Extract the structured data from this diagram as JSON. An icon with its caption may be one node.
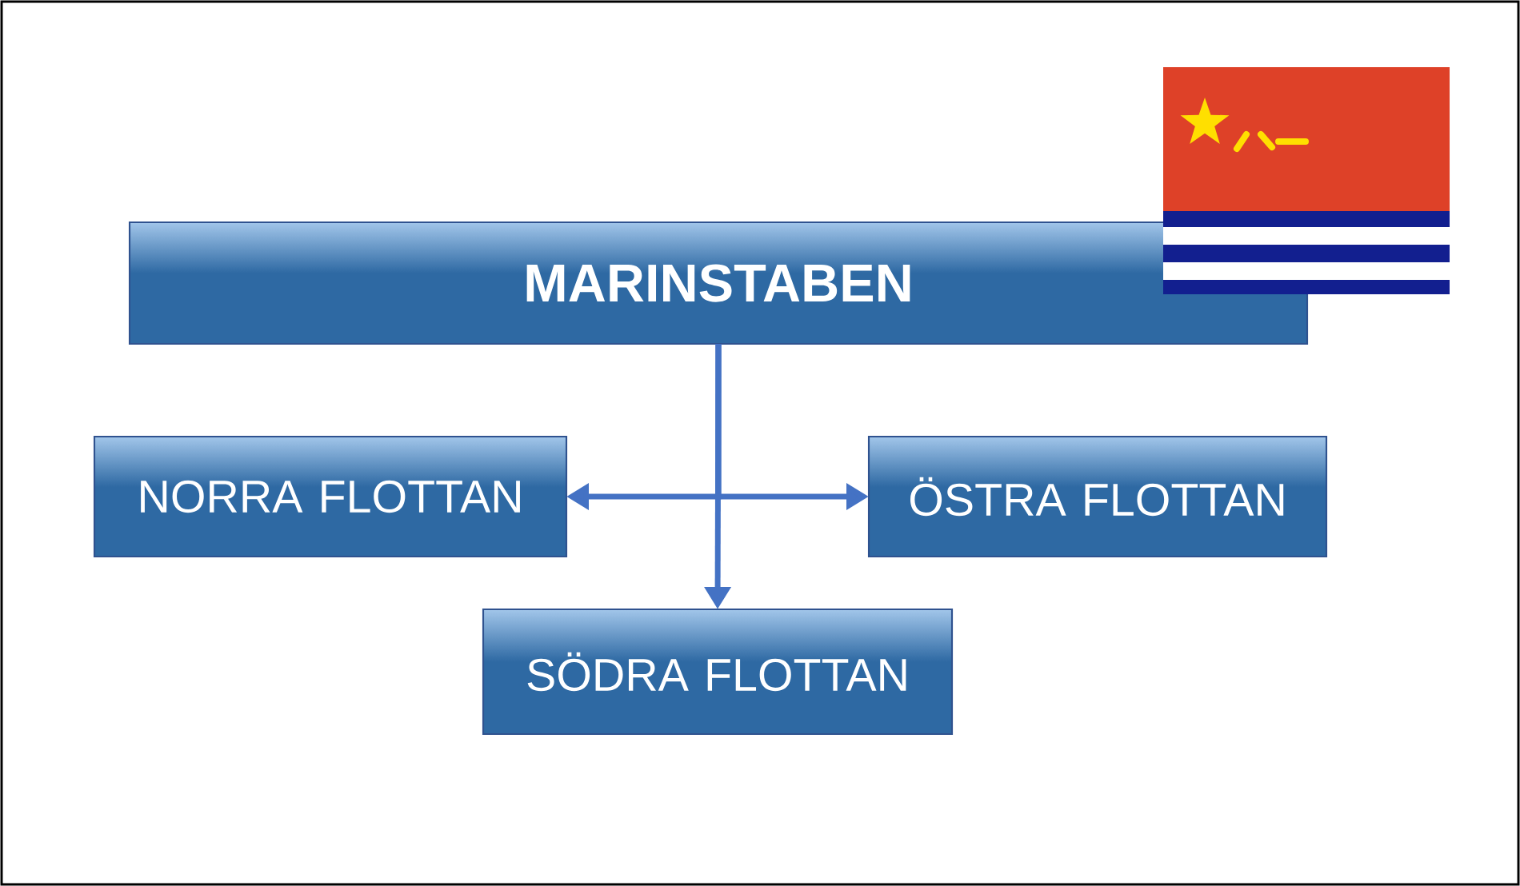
{
  "diagram": {
    "nodes": [
      {
        "text": [
          "MARINSTABEN"
        ]
      },
      {
        "text": [
          "NORRA FLOTTAN"
        ]
      },
      {
        "text": [
          "ÖSTRA FLOTTAN"
        ]
      },
      {
        "text": [
          "SÖDRA FLOTTAN"
        ]
      }
    ],
    "edges": [
      {
        "from": 0,
        "to": 1,
        "arrow": "to"
      },
      {
        "from": 0,
        "to": 2,
        "arrow": "to"
      },
      {
        "from": 0,
        "to": 3,
        "arrow": "to"
      }
    ]
  }
}
